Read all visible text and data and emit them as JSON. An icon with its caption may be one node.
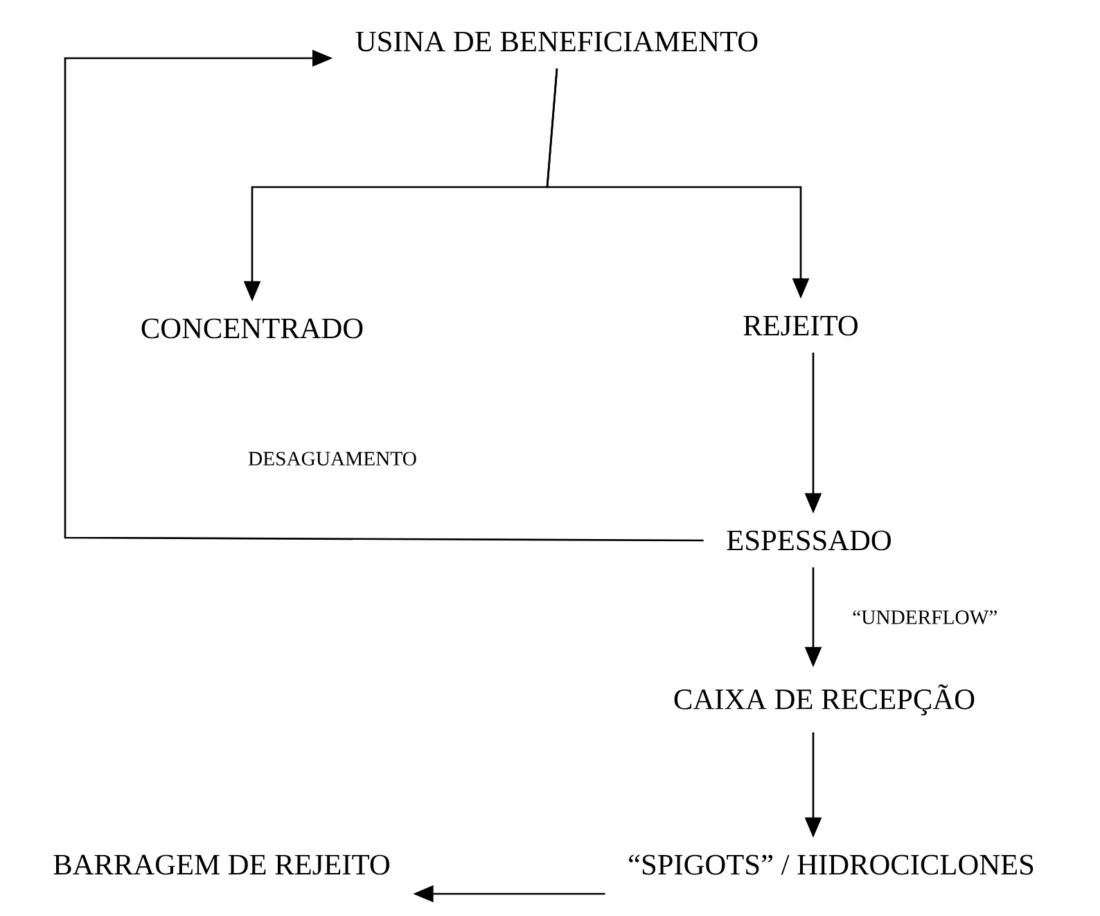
{
  "diagram": {
    "nodes": [
      {
        "text": [
          "USINA DE BENEFICIAMENTO"
        ]
      },
      {
        "text": [
          "CONCENTRADO"
        ]
      },
      {
        "text": [
          "REJEITO"
        ]
      },
      {
        "text": [
          "ESPESSADO"
        ]
      },
      {
        "text": [
          "CAIXA DE RECEPÇÃO"
        ]
      },
      {
        "text": [
          "“SPIGOTS” / HIDROCICLONES"
        ]
      },
      {
        "text": [
          "BARRAGEM DE REJEITO"
        ]
      }
    ],
    "edges": [
      {
        "from": 0,
        "to": 1,
        "arrow": "to"
      },
      {
        "from": 0,
        "to": 2,
        "arrow": "to"
      },
      {
        "from": 2,
        "to": 3,
        "arrow": "to"
      },
      {
        "from": 3,
        "to": 0,
        "arrow": "to"
      },
      {
        "from": 3,
        "to": 4,
        "arrow": "to",
        "label": "“UNDERFLOW”"
      },
      {
        "from": 4,
        "to": 5,
        "arrow": "to"
      },
      {
        "from": 5,
        "to": 6,
        "arrow": "to"
      }
    ],
    "labels": [
      "DESAGUAMENTO"
    ]
  }
}
